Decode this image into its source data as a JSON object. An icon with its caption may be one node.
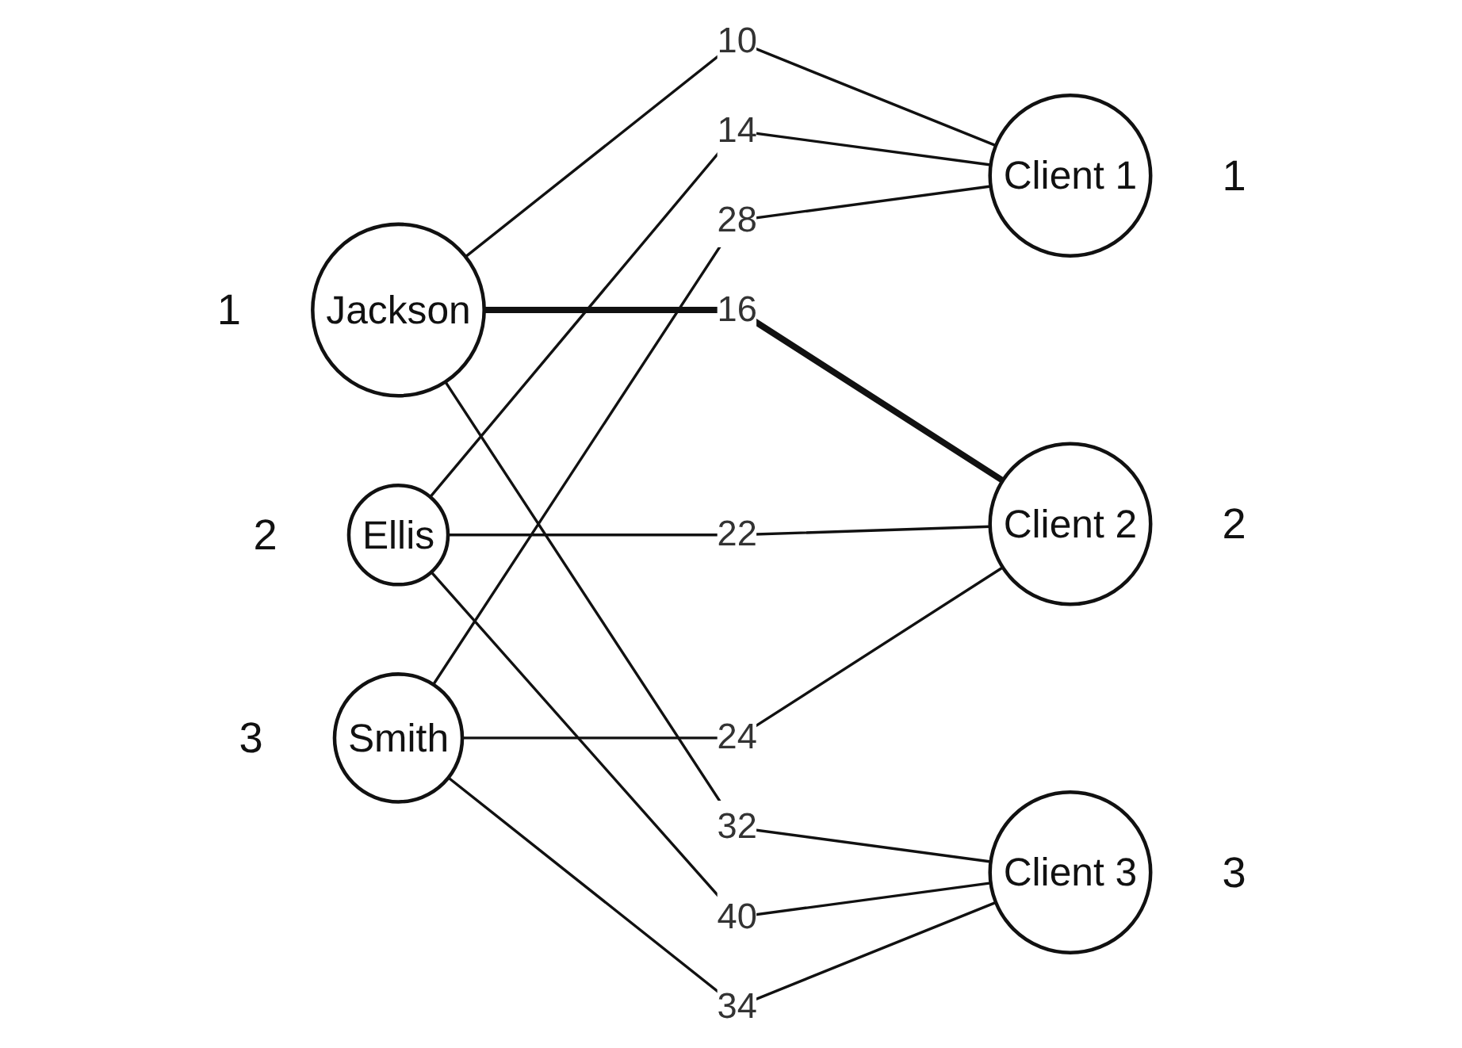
{
  "diagram": {
    "nodes": [
      {
        "text": [
          "Jackson"
        ],
        "beside": [
          "1"
        ]
      },
      {
        "text": [
          "Ellis"
        ],
        "beside": [
          "2"
        ]
      },
      {
        "text": [
          "Smith"
        ],
        "beside": [
          "3"
        ]
      },
      {
        "text": [
          "Client 1"
        ],
        "beside": [
          "1"
        ]
      },
      {
        "text": [
          "Client 2"
        ],
        "beside": [
          "2"
        ]
      },
      {
        "text": [
          "Client 3"
        ],
        "beside": [
          "3"
        ]
      }
    ],
    "edges": [
      {
        "from": 0,
        "to": 3,
        "arrow": "none",
        "label": "10"
      },
      {
        "from": 0,
        "to": 4,
        "arrow": "none",
        "label": "16",
        "style": "thick"
      },
      {
        "from": 0,
        "to": 5,
        "arrow": "none",
        "label": "32"
      },
      {
        "from": 1,
        "to": 3,
        "arrow": "none",
        "label": "14"
      },
      {
        "from": 1,
        "to": 4,
        "arrow": "none",
        "label": "22"
      },
      {
        "from": 1,
        "to": 5,
        "arrow": "none",
        "label": "40"
      },
      {
        "from": 2,
        "to": 3,
        "arrow": "none",
        "label": "28"
      },
      {
        "from": 2,
        "to": 4,
        "arrow": "none",
        "label": "24"
      },
      {
        "from": 2,
        "to": 5,
        "arrow": "none",
        "label": "34"
      }
    ]
  }
}
